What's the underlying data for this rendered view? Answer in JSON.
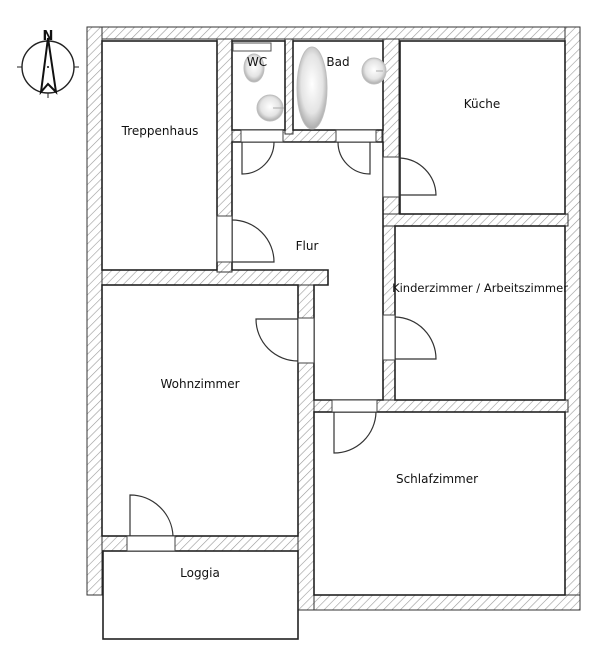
{
  "compass": {
    "label": "N"
  },
  "rooms": {
    "treppenhaus": "Treppenhaus",
    "wc": "WC",
    "bad": "Bad",
    "kueche": "Küche",
    "flur": "Flur",
    "kinderzimmer": "Kinderzimmer / Arbeitszimmer",
    "wohnzimmer": "Wohnzimmer",
    "schlafzimmer": "Schlafzimmer",
    "loggia": "Loggia"
  },
  "colors": {
    "wall_line": "#333333",
    "hatch": "#9a9a9a",
    "background": "#ffffff"
  }
}
